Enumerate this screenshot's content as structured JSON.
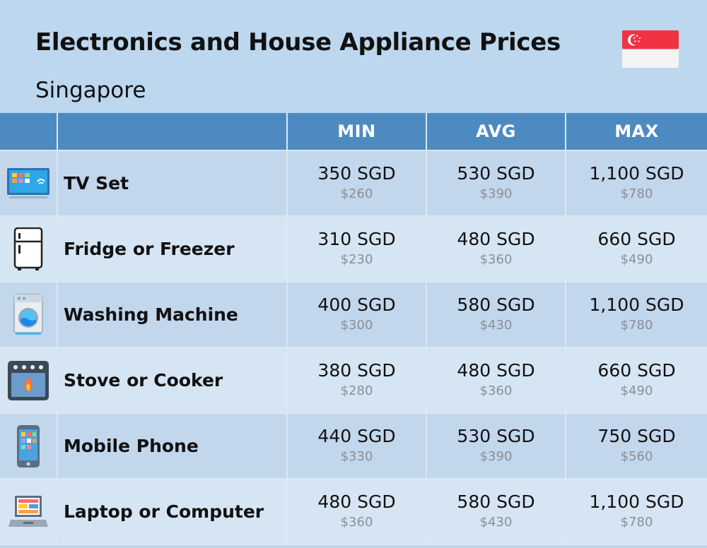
{
  "header": {
    "title": "Electronics and House Appliance Prices",
    "subtitle": "Singapore",
    "flag_icon": "singapore-flag-icon"
  },
  "colors": {
    "background": "#bcd7ee",
    "header_row": "#4d8ac1",
    "row_dark": "#c2d6ec",
    "row_light": "#d6e5f3",
    "muted_text": "#8a8f96"
  },
  "table": {
    "columns": [
      "",
      "",
      "MIN",
      "AVG",
      "MAX"
    ],
    "rows": [
      {
        "icon": "tv-icon",
        "name": "TV Set",
        "min": "350 SGD",
        "min_usd": "$260",
        "avg": "530 SGD",
        "avg_usd": "$390",
        "max": "1,100 SGD",
        "max_usd": "$780"
      },
      {
        "icon": "fridge-icon",
        "name": "Fridge or Freezer",
        "min": "310 SGD",
        "min_usd": "$230",
        "avg": "480 SGD",
        "avg_usd": "$360",
        "max": "660 SGD",
        "max_usd": "$490"
      },
      {
        "icon": "washing-machine-icon",
        "name": "Washing Machine",
        "min": "400 SGD",
        "min_usd": "$300",
        "avg": "580 SGD",
        "avg_usd": "$430",
        "max": "1,100 SGD",
        "max_usd": "$780"
      },
      {
        "icon": "stove-icon",
        "name": "Stove or Cooker",
        "min": "380 SGD",
        "min_usd": "$280",
        "avg": "480 SGD",
        "avg_usd": "$360",
        "max": "660 SGD",
        "max_usd": "$490"
      },
      {
        "icon": "mobile-phone-icon",
        "name": "Mobile Phone",
        "min": "440 SGD",
        "min_usd": "$330",
        "avg": "530 SGD",
        "avg_usd": "$390",
        "max": "750 SGD",
        "max_usd": "$560"
      },
      {
        "icon": "laptop-icon",
        "name": "Laptop or Computer",
        "min": "480 SGD",
        "min_usd": "$360",
        "avg": "580 SGD",
        "avg_usd": "$430",
        "max": "1,100 SGD",
        "max_usd": "$780"
      }
    ]
  }
}
